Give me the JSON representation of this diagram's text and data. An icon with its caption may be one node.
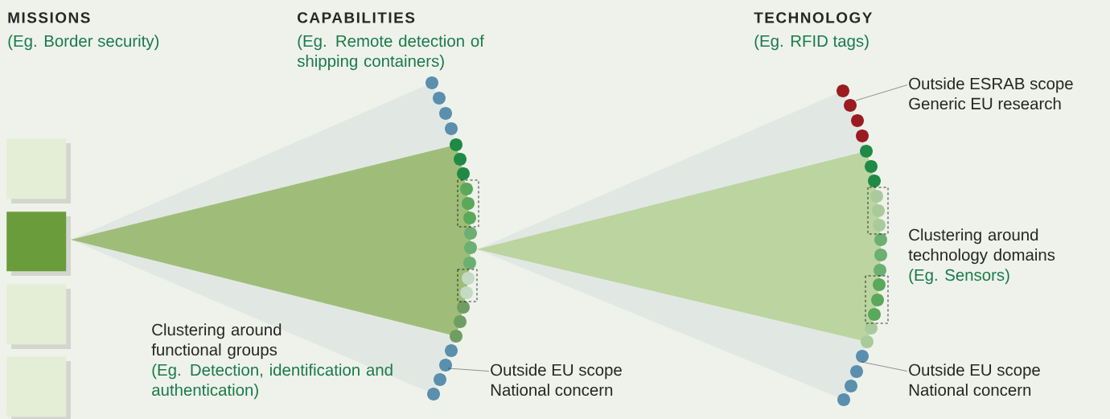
{
  "diagram": {
    "nodes": [
      {
        "text": [],
        "shape": "box"
      },
      {
        "text": [],
        "shape": "box"
      },
      {
        "text": [],
        "shape": "box"
      },
      {
        "text": [],
        "shape": "box"
      },
      {
        "text": [
          "Outside ESRAB scope",
          "Generic EU research"
        ]
      },
      {
        "text": [
          "Outside EU scope",
          "National concern"
        ]
      },
      {
        "text": [
          "Outside EU scope",
          "National concern"
        ]
      }
    ],
    "edges": [
      {
        "from": 4,
        "to": null,
        "arrow": "none"
      },
      {
        "from": 5,
        "to": null,
        "arrow": "none"
      },
      {
        "from": 6,
        "to": null,
        "arrow": "none"
      }
    ],
    "labels": [
      "MISSIONS",
      "(Eg. Border security)",
      "CAPABILITIES",
      "(Eg. Remote detection of shipping containers)",
      "TECHNOLOGY",
      "(Eg. RFID tags)",
      "Clustering around technology domains",
      "(Eg. Sensors)",
      "Clustering around functional groups",
      "(Eg. Detection, identification and authentication)"
    ]
  }
}
